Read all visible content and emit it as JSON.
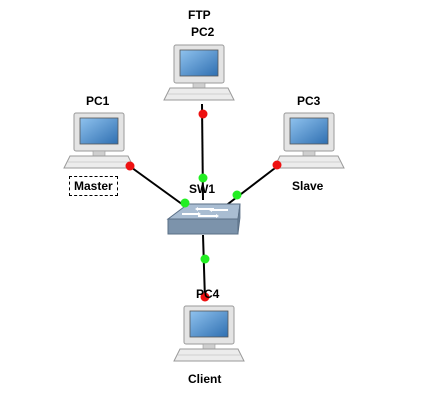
{
  "colors": {
    "link": "#000000",
    "port_up": "#22ee22",
    "port_down": "#ee1111",
    "monitor_frame": "#e4e4e4",
    "monitor_edge": "#9a9a9a",
    "screen": "#3f86c8",
    "switch_top": "#a9bdd2",
    "switch_front": "#7c93ab"
  },
  "nodes": {
    "pc1": {
      "name": "PC1",
      "tag": "Master",
      "icon": "pc-icon"
    },
    "pc2": {
      "name": "PC2",
      "tag": "FTP",
      "icon": "pc-icon"
    },
    "pc3": {
      "name": "PC3",
      "tag": "Slave",
      "icon": "pc-icon"
    },
    "pc4": {
      "name": "PC4",
      "tag": "Client",
      "icon": "pc-icon"
    },
    "sw1": {
      "name": "SW1",
      "icon": "switch-icon"
    }
  },
  "links": [
    {
      "from": "PC1",
      "to": "SW1",
      "from_port": "down",
      "to_port": "up"
    },
    {
      "from": "PC2",
      "to": "SW1",
      "from_port": "down",
      "to_port": "up"
    },
    {
      "from": "PC3",
      "to": "SW1",
      "from_port": "down",
      "to_port": "up"
    },
    {
      "from": "SW1",
      "to": "PC4",
      "from_port": "up",
      "to_port": "down"
    }
  ]
}
